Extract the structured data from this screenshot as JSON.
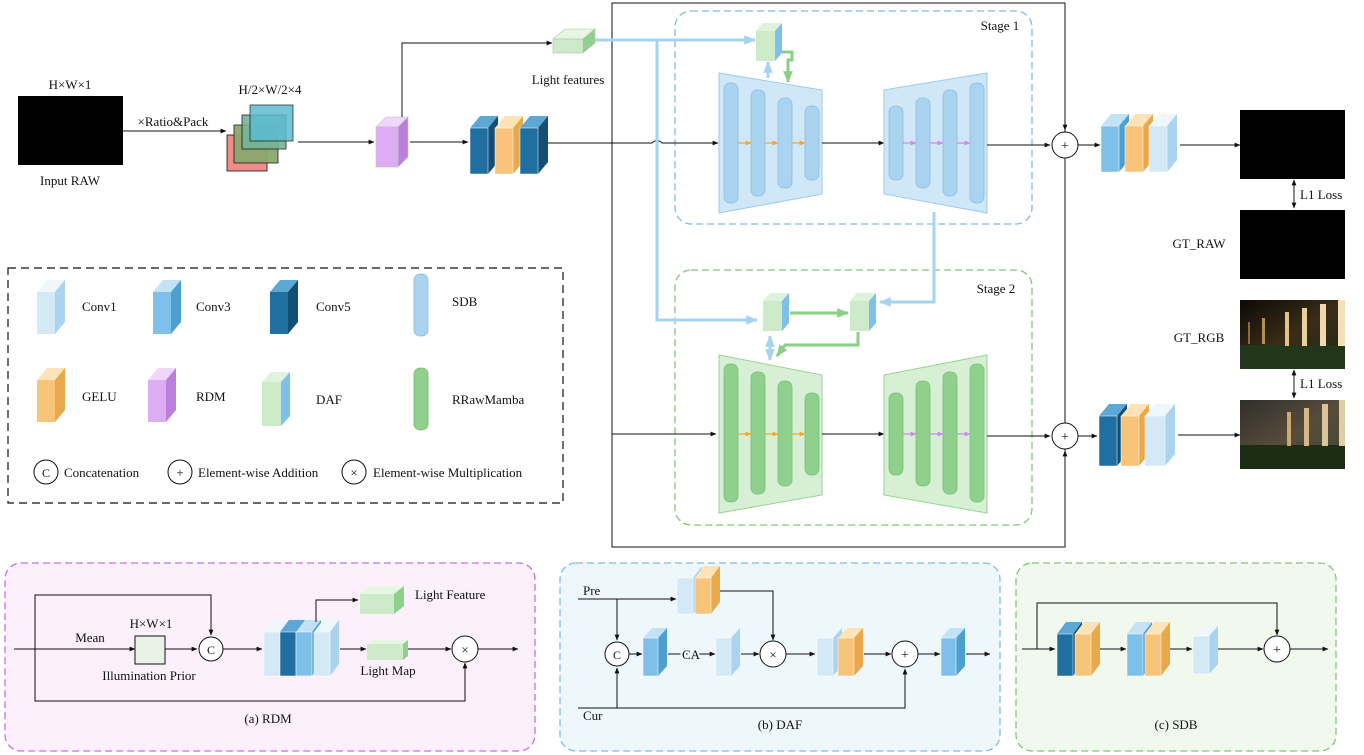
{
  "top": {
    "input_size": "H×W×1",
    "input_label": "Input RAW",
    "ratio_pack": "×Ratio&Pack",
    "pack_size": "H/2×W/2×4",
    "light_features": "Light features",
    "stage1": "Stage 1",
    "stage2": "Stage 2",
    "l1_loss_1": "L1 Loss",
    "l1_loss_2": "L1 Loss",
    "gt_raw": "GT_RAW",
    "gt_rgb": "GT_RGB"
  },
  "legend": {
    "conv1": "Conv1",
    "conv3": "Conv3",
    "conv5": "Conv5",
    "sdb": "SDB",
    "gelu": "GELU",
    "rdm": "RDM",
    "daf": "DAF",
    "rrawmamba": "RRawMamba",
    "concat_symbol": "C",
    "concat": "Concatenation",
    "add_symbol": "+",
    "add": "Element-wise Addition",
    "mul_symbol": "×",
    "mul": "Element-wise Multiplication"
  },
  "rdm": {
    "mean": "Mean",
    "size": "H×W×1",
    "illumination_prior": "Illumination Prior",
    "light_feature": "Light Feature",
    "light_map": "Light Map",
    "caption": "(a) RDM"
  },
  "daf": {
    "pre": "Pre",
    "cur": "Cur",
    "ca": "CA",
    "caption": "(b) DAF"
  },
  "sdb": {
    "caption": "(c) SDB"
  },
  "colors": {
    "conv1": "#d3e9f6",
    "conv3": "#7fc0ea",
    "conv5": "#1f6fa0",
    "gelu": "#f7c479",
    "rdm": "#d8a6ef",
    "daf": "#cdebc8",
    "sdb": "#a9d3ee",
    "rrawmamba": "#8fd08c",
    "stage1_border": "#7bbde6",
    "stage2_border": "#80c67a",
    "rdm_panel": "#fbf0fb",
    "daf_panel": "#eef7fc",
    "sdb_panel": "#f1f8ee"
  }
}
